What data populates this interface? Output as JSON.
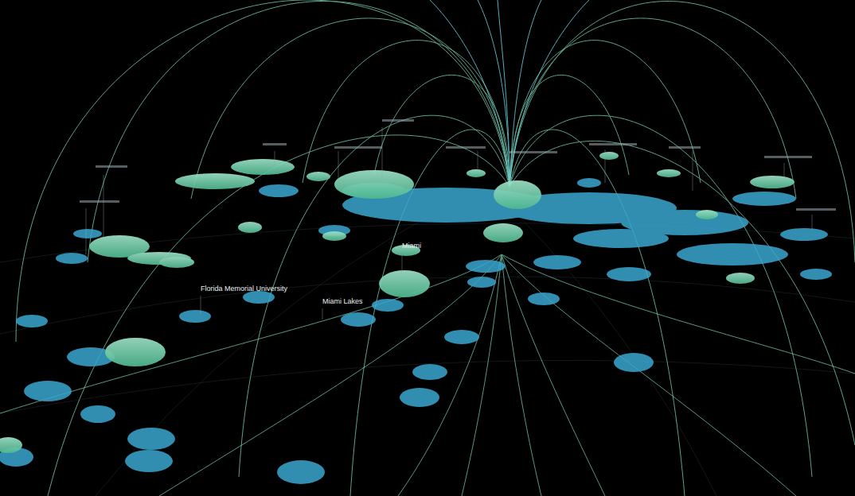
{
  "diagram": {
    "labels": [
      "Florida Memorial University",
      "Miami Lakes",
      "Miami"
    ]
  }
}
